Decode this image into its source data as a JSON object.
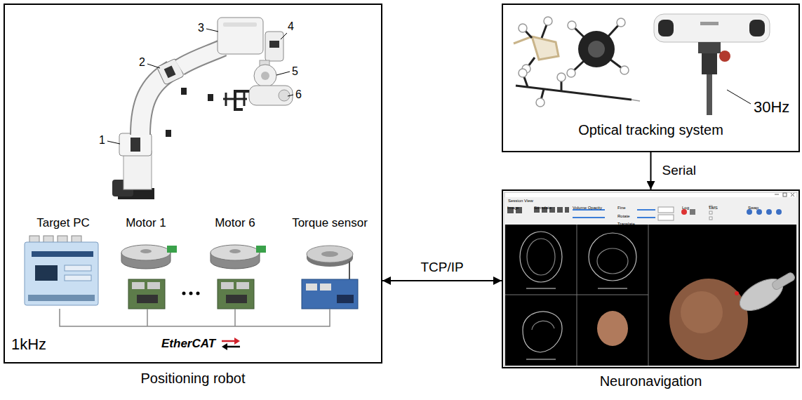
{
  "diagram": {
    "nodes": [
      {
        "text": [
          "Positioning robot"
        ]
      },
      {
        "text": [
          "Optical tracking system"
        ]
      },
      {
        "text": [
          "Neuronavigation"
        ]
      }
    ],
    "edges": [
      {
        "from": 0,
        "to": 2,
        "arrow": "both",
        "label": "TCP/IP"
      },
      {
        "from": 1,
        "to": 2,
        "arrow": "to",
        "label": "Serial"
      }
    ],
    "labels": [
      "1",
      "2",
      "3",
      "4",
      "5",
      "6",
      "Target PC",
      "Motor 1",
      "Motor 6",
      "Torque sensor",
      "1kHz",
      "EtherCAT",
      "30Hz",
      "Session View",
      "Image",
      "Stimulate",
      "Volume Opacity",
      "Fine",
      "Rotate",
      "Translate",
      "Log",
      "TMS",
      "Swap"
    ]
  }
}
